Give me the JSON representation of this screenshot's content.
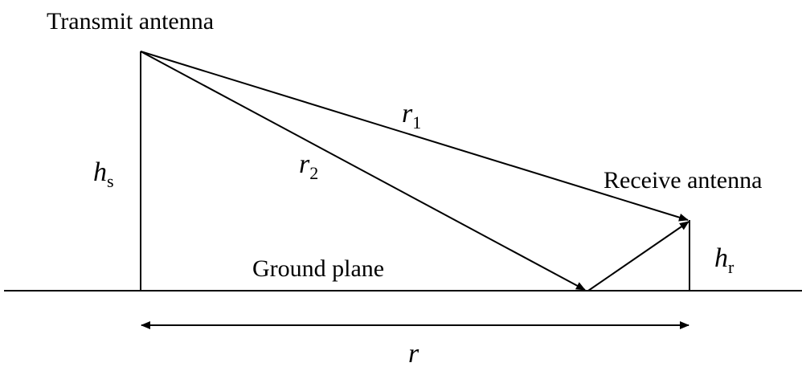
{
  "labels": {
    "transmit": "Transmit antenna",
    "receive": "Receive antenna",
    "ground": "Ground plane",
    "r1": {
      "main": "r",
      "sub": "1"
    },
    "r2": {
      "main": "r",
      "sub": "2"
    },
    "hs": {
      "main": "h",
      "sub": "s"
    },
    "hr": {
      "main": "h",
      "sub": "r"
    },
    "r": "r"
  },
  "colors": {
    "stroke": "#000000",
    "background": "#ffffff"
  }
}
